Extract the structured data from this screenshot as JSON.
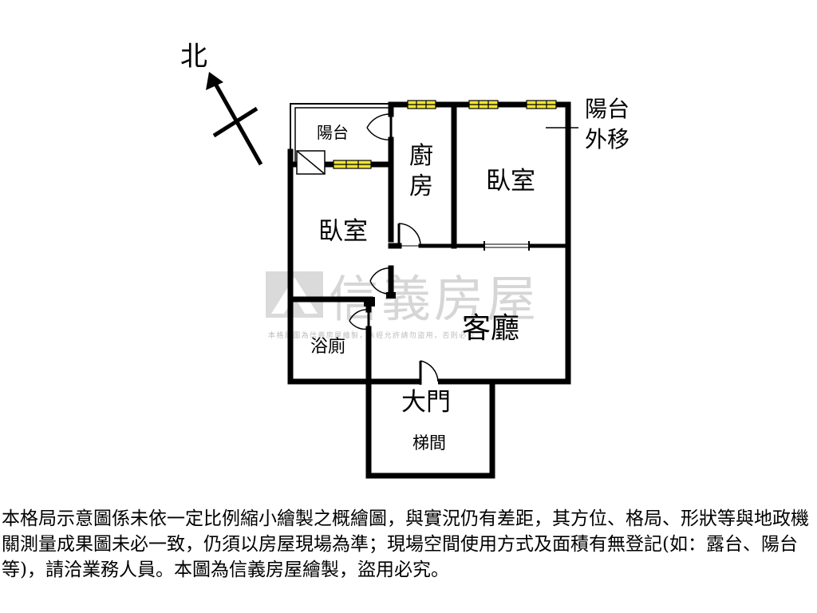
{
  "compass": {
    "label": "北"
  },
  "rooms": {
    "balcony": "陽台",
    "balcony_moved": [
      "陽台",
      "外移"
    ],
    "kitchen": [
      "廚",
      "房"
    ],
    "bedroom_right": "臥室",
    "bedroom_left": "臥室",
    "living_room": "客廳",
    "bathroom": "浴廁",
    "main_door": "大門",
    "stairwell": "梯間"
  },
  "watermark": {
    "brand": "信義房屋",
    "fine_print": "本格局圖為信義房屋繪製，未經允許請勿盜用，否則必究"
  },
  "disclaimer": "本格局示意圖係未依一定比例縮小繪製之概繪圖，與實況仍有差距，其方位、格局、形狀等與地政機關測量成果圖未必一致，仍須以房屋現場為準；現場空間使用方式及面積有無登記(如：露台、陽台等)，請洽業務人員。本圖為信義房屋繪製，盜用必究。",
  "colors": {
    "wall": "#000000",
    "window": "#f2e530",
    "watermark": "#d6d6d6"
  }
}
